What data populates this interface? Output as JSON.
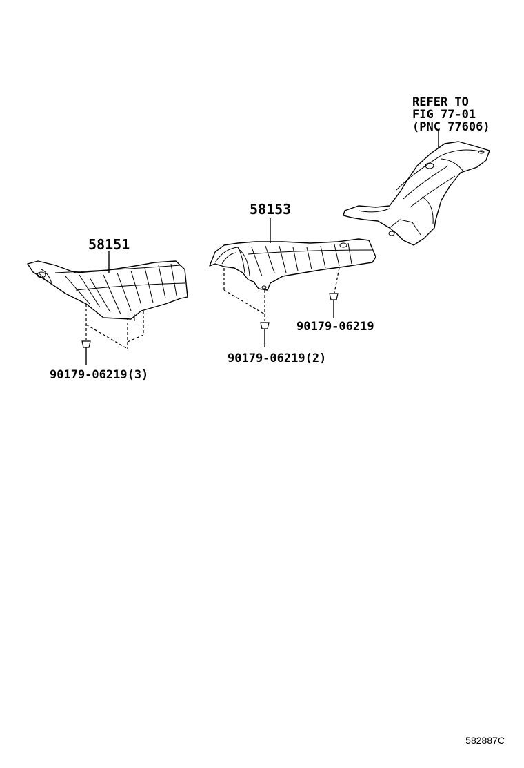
{
  "diagram": {
    "labels": {
      "part_58151": "58151",
      "part_58153": "58153",
      "clip_left": "90179-06219(3)",
      "clip_mid": "90179-06219(2)",
      "clip_right": "90179-06219",
      "refer_line1": "REFER TO",
      "refer_line2": "FIG 77-01",
      "refer_line3": "(PNC 77606)",
      "figure_id": "582887C"
    }
  }
}
